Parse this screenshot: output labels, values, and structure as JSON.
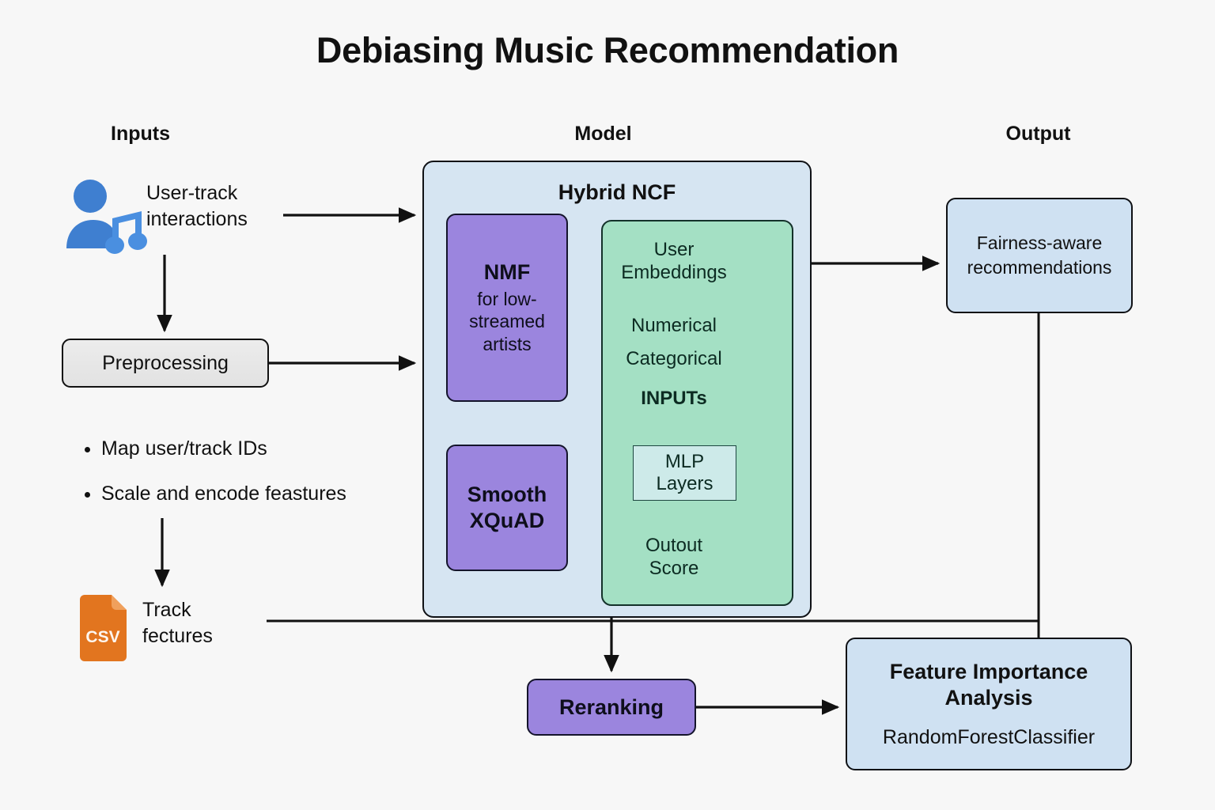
{
  "title": "Debiasing Music Recommendation",
  "columns": {
    "inputs": "Inputs",
    "model": "Model",
    "output": "Output"
  },
  "inputs": {
    "user_track_line1": "User-track",
    "user_track_line2": "interactions",
    "user_icon": "user-music-icon",
    "preprocessing": "Preprocessing",
    "bullets": [
      "Map user/track IDs",
      "Scale and encode feastures"
    ],
    "csv_icon_label": "CSV",
    "track_features_line1": "Track",
    "track_features_line2": "fectures"
  },
  "model": {
    "title": "Hybrid NCF",
    "nmf": {
      "name": "NMF",
      "caption_line1": "for low-",
      "caption_line2": "streamed",
      "caption_line3": "artists"
    },
    "xquad": {
      "line1": "Smooth",
      "line2": "XQuAD"
    },
    "ncf_panel": {
      "user_embeddings_line1": "User",
      "user_embeddings_line2": "Embeddings",
      "numerical": "Numerical",
      "categorical": "Categorical",
      "inputs": "INPUTs",
      "mlp_line1": "MLP",
      "mlp_line2": "Layers",
      "output_line1": "Outout",
      "output_line2": "Score"
    },
    "reranking": "Reranking"
  },
  "output": {
    "fairness_line1": "Fairness-aware",
    "fairness_line2": "recommendations",
    "feature_importance_line1": "Feature Importance",
    "feature_importance_line2": "Analysis",
    "feature_importance_sub": "RandomForestClassifier"
  },
  "colors": {
    "background": "#f7f7f7",
    "model_panel": "#d6e5f2",
    "ncf_panel": "#a4e0c4",
    "mlp_box": "#cdeae9",
    "purple_block": "#9b85de",
    "output_box": "#cfe1f2",
    "preprocessing_box": "#e8e8e8",
    "csv_orange": "#e2751f",
    "user_icon_blue": "#3f7fd0",
    "node_teal": "#8ccfc1",
    "node_blue_square": "#5b61d6",
    "stroke": "#111111"
  }
}
